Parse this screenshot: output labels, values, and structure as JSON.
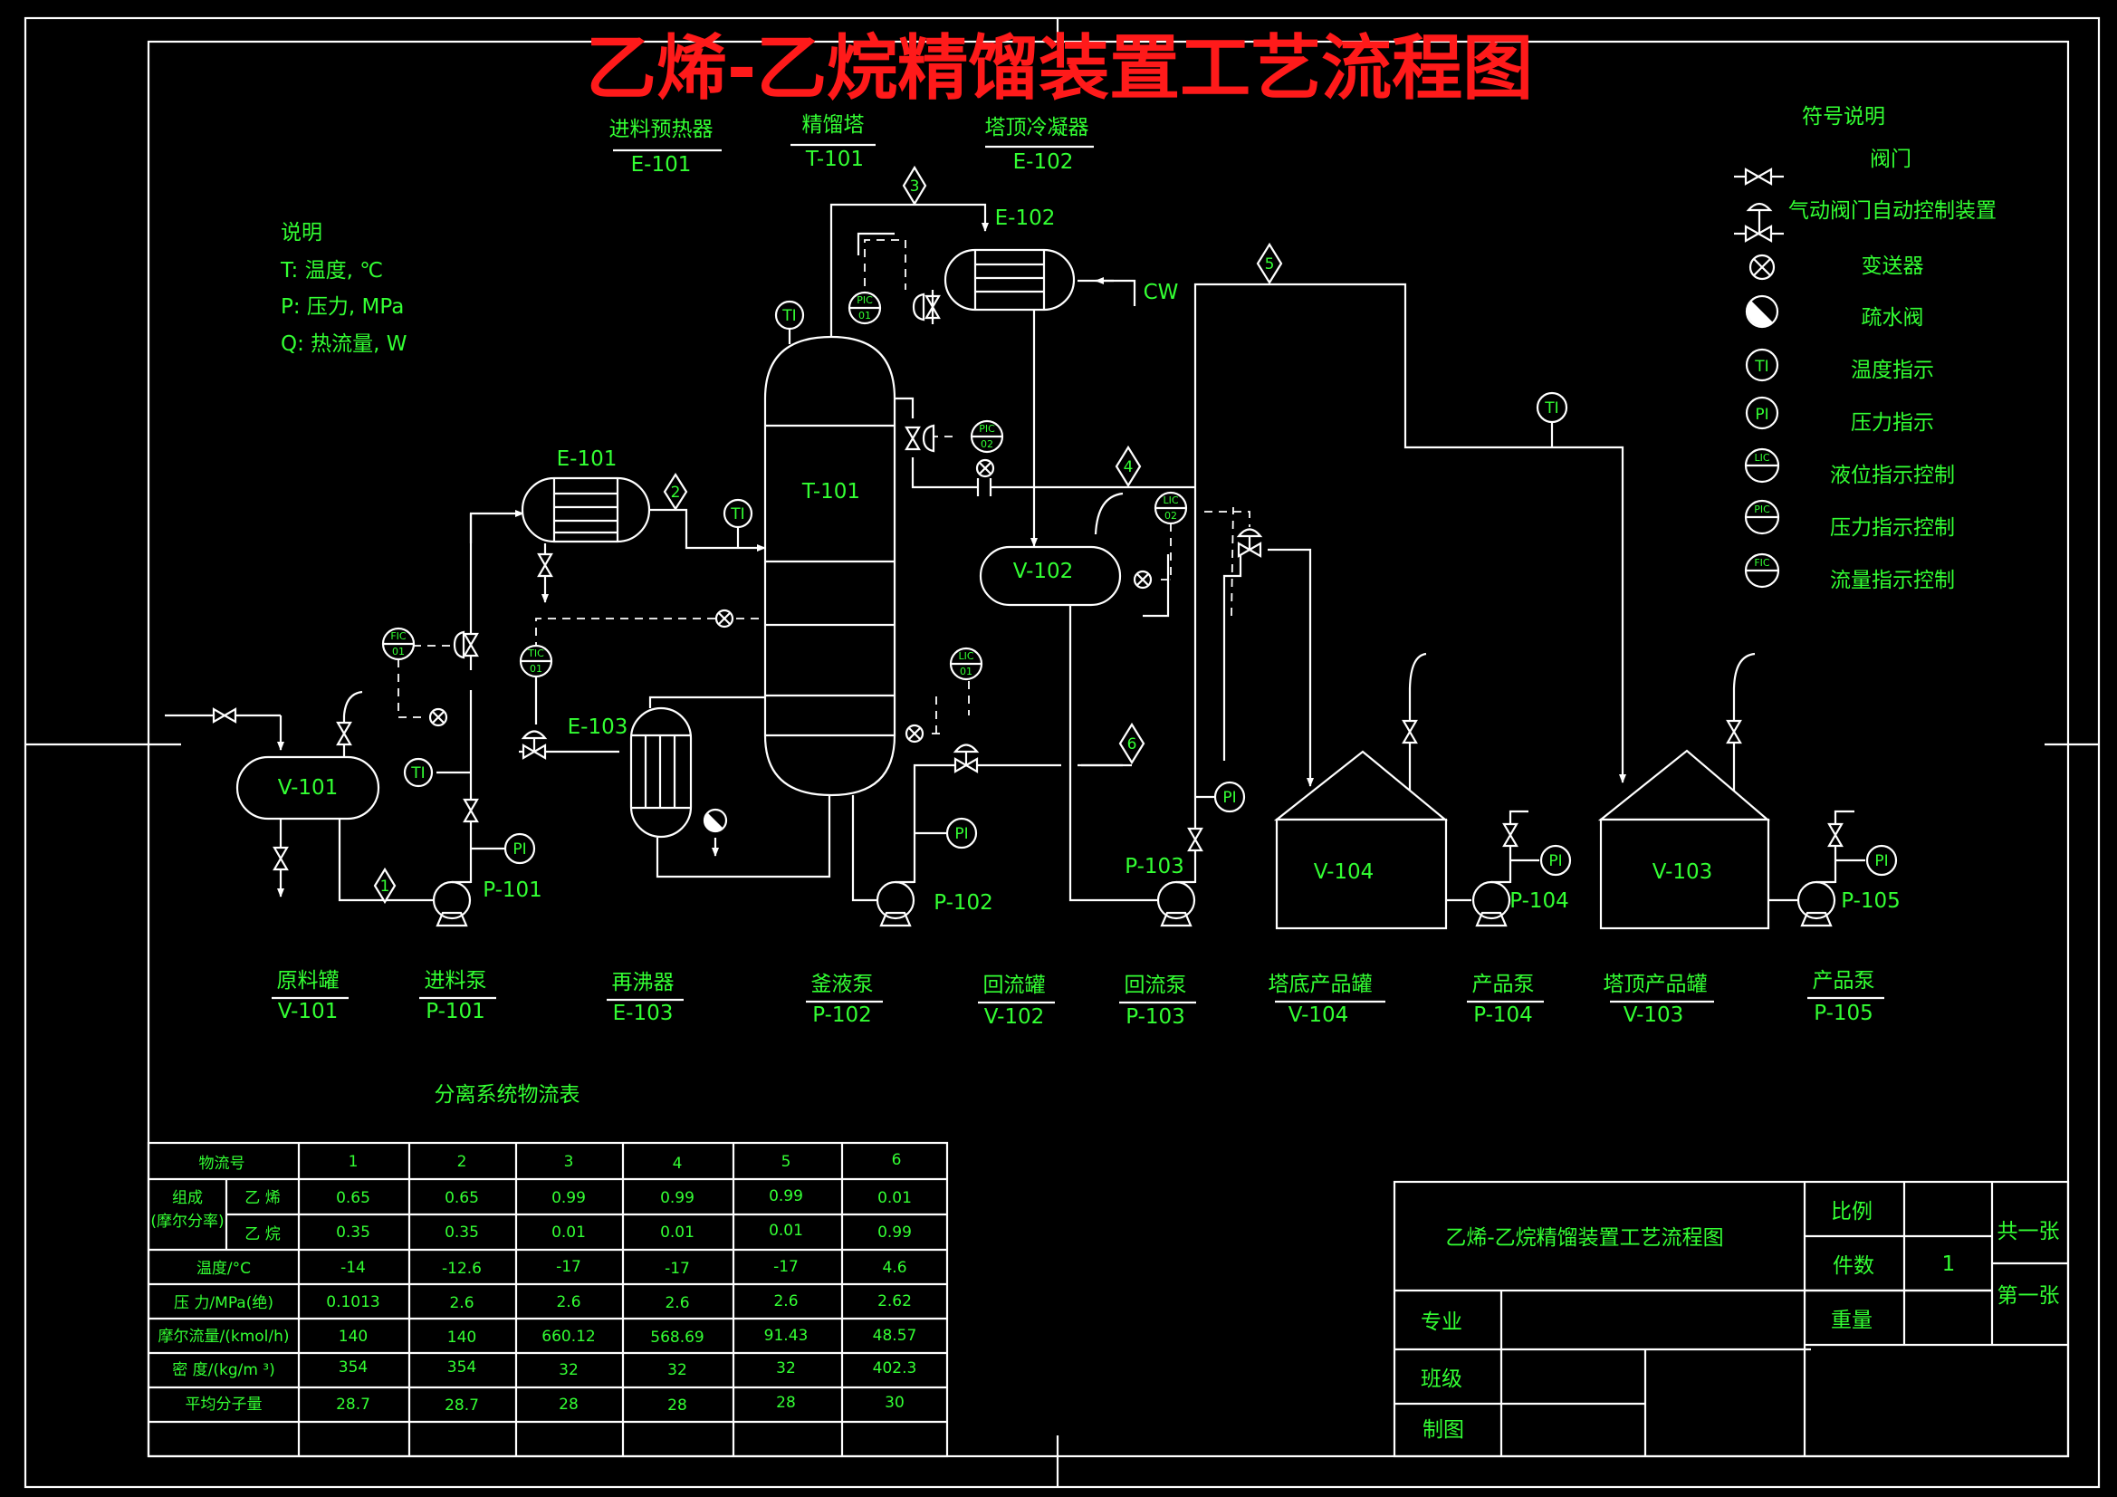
{
  "title": "乙烯-乙烷精馏装置工艺流程图",
  "header_labels": [
    {
      "name": "进料预热器",
      "tag": "E-101"
    },
    {
      "name": "精馏塔",
      "tag": "T-101"
    },
    {
      "name": "塔顶冷凝器",
      "tag": "E-102"
    }
  ],
  "notes": {
    "heading": "说明",
    "lines": [
      "T: 温度, ℃",
      "P: 压力, MPa",
      "Q: 热流量, W"
    ]
  },
  "legend": {
    "title": "符号说明",
    "items": [
      {
        "symbol": "valve",
        "label": "阀门"
      },
      {
        "symbol": "control-valve",
        "label": "气动阀门自动控制装置"
      },
      {
        "symbol": "transmitter",
        "label": "变送器"
      },
      {
        "symbol": "steam-trap",
        "label": "疏水阀"
      },
      {
        "symbol": "TI",
        "label": "温度指示"
      },
      {
        "symbol": "PI",
        "label": "压力指示"
      },
      {
        "symbol": "LIC",
        "label": "液位指示控制"
      },
      {
        "symbol": "PIC",
        "label": "压力指示控制"
      },
      {
        "symbol": "FIC",
        "label": "流量指示控制"
      }
    ]
  },
  "equipment_tags": {
    "v101": "V-101",
    "e101": "E-101",
    "t101": "T-101",
    "e102": "E-102",
    "e103": "E-103",
    "v102": "V-102",
    "v104": "V-104",
    "v103": "V-103",
    "p101": "P-101",
    "p102": "P-102",
    "p103": "P-103",
    "p104": "P-104",
    "p105": "P-105",
    "cw": "CW"
  },
  "instruments": {
    "ti": "TI",
    "pi": "PI",
    "fic01": [
      "FIC",
      "01"
    ],
    "tic01": [
      "TIC",
      "01"
    ],
    "pic01": [
      "PIC",
      "01"
    ],
    "pic02": [
      "PIC",
      "02"
    ],
    "lic01": [
      "LIC",
      "01"
    ],
    "lic02": [
      "LIC",
      "02"
    ]
  },
  "streams": [
    "1",
    "2",
    "3",
    "4",
    "5",
    "6"
  ],
  "bottom_labels": [
    {
      "name": "原料罐",
      "tag": "V-101"
    },
    {
      "name": "进料泵",
      "tag": "P-101"
    },
    {
      "name": "再沸器",
      "tag": "E-103"
    },
    {
      "name": "釜液泵",
      "tag": "P-102"
    },
    {
      "name": "回流罐",
      "tag": "V-102"
    },
    {
      "name": "回流泵",
      "tag": "P-103"
    },
    {
      "name": "塔底产品罐",
      "tag": "V-104"
    },
    {
      "name": "产品泵",
      "tag": "P-104"
    },
    {
      "name": "塔顶产品罐",
      "tag": "V-103"
    },
    {
      "name": "产品泵",
      "tag": "P-105"
    }
  ],
  "stream_table": {
    "title": "分离系统物流表",
    "header": "物流号",
    "columns": [
      "1",
      "2",
      "3",
      "4",
      "5",
      "6"
    ],
    "composition_label": [
      "组成",
      "(摩尔分率)"
    ],
    "rows": [
      {
        "label": "乙 烯",
        "values": [
          "0.65",
          "0.65",
          "0.99",
          "0.99",
          "0.99",
          "0.01"
        ]
      },
      {
        "label": "乙 烷",
        "values": [
          "0.35",
          "0.35",
          "0.01",
          "0.01",
          "0.01",
          "0.99"
        ]
      },
      {
        "label": "温度/°C",
        "values": [
          "-14",
          "-12.6",
          "-17",
          "-17",
          "-17",
          "4.6"
        ]
      },
      {
        "label": "压 力/MPa(绝)",
        "values": [
          "0.1013",
          "2.6",
          "2.6",
          "2.6",
          "2.6",
          "2.62"
        ]
      },
      {
        "label": "摩尔流量/(kmol/h)",
        "values": [
          "140",
          "140",
          "660.12",
          "568.69",
          "91.43",
          "48.57"
        ]
      },
      {
        "label": "密 度/(kg/m ³)",
        "values": [
          "354",
          "354",
          "32",
          "32",
          "32",
          "402.3"
        ]
      },
      {
        "label": "平均分子量",
        "values": [
          "28.7",
          "28.7",
          "28",
          "28",
          "28",
          "30"
        ]
      }
    ]
  },
  "title_block": {
    "title": "乙烯-乙烷精馏装置工艺流程图",
    "scale_label": "比例",
    "pieces_label": "件数",
    "pieces_value": "1",
    "weight_label": "重量",
    "total_sheets": "共一张",
    "sheet_no": "第一张",
    "major_label": "专业",
    "class_label": "班级",
    "drawn_label": "制图"
  }
}
